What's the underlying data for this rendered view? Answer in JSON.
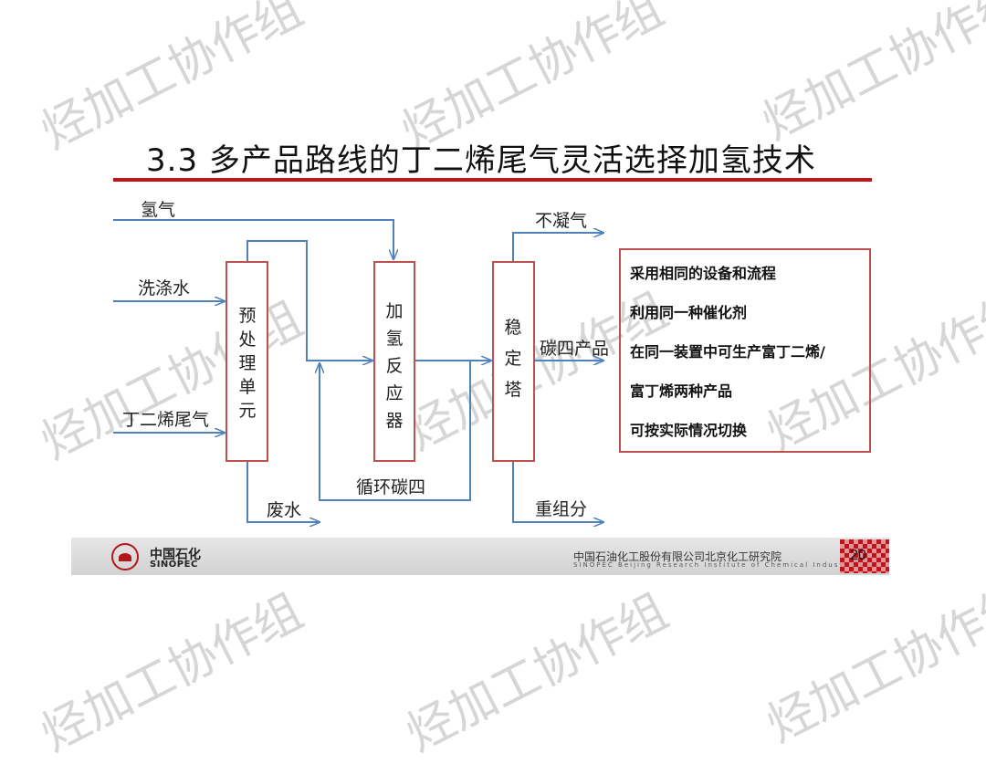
{
  "watermark": "烃加工协作组",
  "title": "3.3  多产品路线的丁二烯尾气灵活选择加氢技术",
  "diagram": {
    "inputs": {
      "hydrogen": "氢气",
      "wash_water": "洗涤水",
      "butadiene_tail_gas": "丁二烯尾气"
    },
    "units": {
      "pretreatment": "预处理单元",
      "hydrogenation_reactor": "加氢反应器",
      "stabilizer": "稳定塔"
    },
    "streams": {
      "waste_water": "废水",
      "recycle_c4": "循环碳四",
      "noncondensable_gas": "不凝气",
      "c4_product": "碳四产品",
      "heavy_components": "重组分"
    },
    "notes": [
      "采用相同的设备和流程",
      "利用同一种催化剂",
      "在同一装置中可生产富丁二烯/",
      "富丁烯两种产品",
      "可按实际情况切换"
    ],
    "colors": {
      "arrow": "#4f81bd",
      "box_border": "#c0504d",
      "title_rule": "#c0141c"
    }
  },
  "footer": {
    "company_cn": "中国石化",
    "company_en": "SINOPEC",
    "org_cn": "中国石油化工股份有限公司北京化工研究院",
    "org_en": "SINOPEC Beijing Research Institute of Chemical Industry",
    "page": "20"
  }
}
